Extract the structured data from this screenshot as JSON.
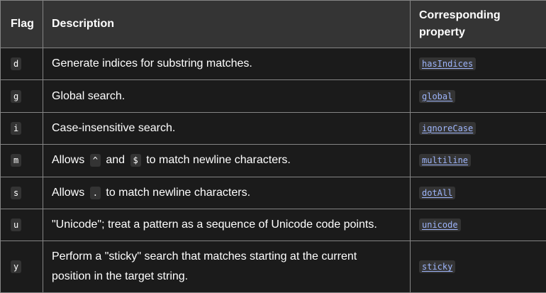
{
  "header": {
    "flag": "Flag",
    "description": "Description",
    "property_line1": "Corresponding",
    "property_line2": "property"
  },
  "rows": [
    {
      "flag": "d",
      "desc": "Generate indices for substring matches.",
      "property": "hasIndices"
    },
    {
      "flag": "g",
      "desc": "Global search.",
      "property": "global"
    },
    {
      "flag": "i",
      "desc": "Case-insensitive search.",
      "property": "ignoreCase"
    },
    {
      "flag": "m",
      "desc_before": "Allows",
      "code1": "^",
      "desc_mid": "and",
      "code2": "$",
      "desc_after": "to match newline characters.",
      "property": "multiline"
    },
    {
      "flag": "s",
      "desc_before": "Allows",
      "code1": ".",
      "desc_after": "to match newline characters.",
      "property": "dotAll"
    },
    {
      "flag": "u",
      "desc": "\"Unicode\"; treat a pattern as a sequence of Unicode code points.",
      "property": "unicode"
    },
    {
      "flag": "y",
      "desc_line1": "Perform a \"sticky\" search that matches starting at the current",
      "desc_line2": "position in the target string.",
      "property": "sticky"
    }
  ],
  "colors": {
    "background": "#1b1b1b",
    "header_background": "#343434",
    "border": "#858585",
    "code_background": "#343434",
    "link": "#9eb5fb",
    "text": "#ffffff"
  }
}
